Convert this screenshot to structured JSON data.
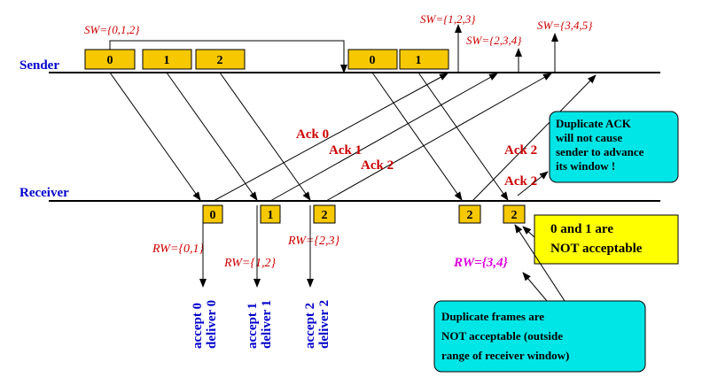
{
  "colors": {
    "frame_fill": "#f5c800",
    "note_fill": "#00e5e5",
    "warn_fill": "#ffff00",
    "label_blue": "#0000cc",
    "label_red": "#cc0000",
    "window_magenta": "#dd00dd",
    "line_black": "#000000"
  },
  "timeline": {
    "sender_label": "Sender",
    "receiver_label": "Receiver"
  },
  "sender_frames": [
    "0",
    "1",
    "2",
    "0",
    "1"
  ],
  "receiver_frames": [
    "0",
    "1",
    "2",
    "2",
    "2"
  ],
  "sender_windows": {
    "sw_initial": "SW={0,1,2}",
    "sw_123": "SW={1,2,3}",
    "sw_234": "SW={2,3,4}",
    "sw_345": "SW={3,4,5}"
  },
  "receiver_windows": {
    "rw_01": "RW={0,1}",
    "rw_12": "RW={1,2}",
    "rw_23": "RW={2,3}",
    "rw_34": "RW={3,4}"
  },
  "acks": {
    "ack0": "Ack 0",
    "ack1": "Ack 1",
    "ack2": "Ack 2",
    "ack2_dup1": "Ack 2",
    "ack2_dup2": "Ack 2"
  },
  "deliveries": [
    {
      "line1": "accept 0",
      "line2": "deliver 0"
    },
    {
      "line1": "accept 1",
      "line2": "deliver 1"
    },
    {
      "line1": "accept 2",
      "line2": "deliver 2"
    }
  ],
  "notes": {
    "dup_ack": [
      "Duplicate ACK",
      "will not cause",
      "sender to advance",
      "its window !"
    ],
    "not_acceptable": [
      "0 and 1 are",
      "NOT acceptable"
    ],
    "dup_frames": [
      "Duplicate frames are",
      "NOT acceptable (outside",
      "range of receiver window)"
    ]
  }
}
